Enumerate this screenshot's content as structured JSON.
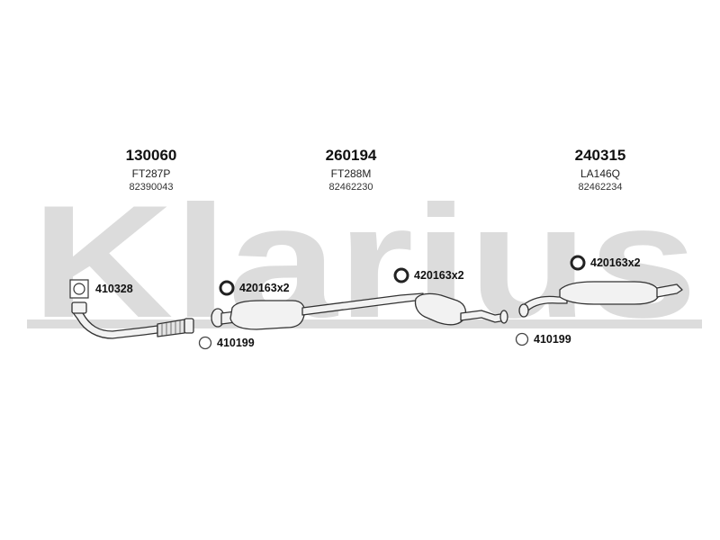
{
  "brand": {
    "watermark": "Klarius"
  },
  "parts": [
    {
      "number": "130060",
      "code": "FT287P",
      "oem": "82390043"
    },
    {
      "number": "260194",
      "code": "FT288M",
      "oem": "82462230"
    },
    {
      "number": "240315",
      "code": "LA146Q",
      "oem": "82462234"
    }
  ],
  "fittings": {
    "gasket": "410328",
    "mount_left": "420163x2",
    "mount_center": "420163x2",
    "mount_right": "420163x2",
    "ring_left": "410199",
    "ring_right": "410199"
  },
  "colors": {
    "watermark": "#d9d9d9",
    "line": "#333333",
    "pipe_fill": "#eeeeee"
  }
}
